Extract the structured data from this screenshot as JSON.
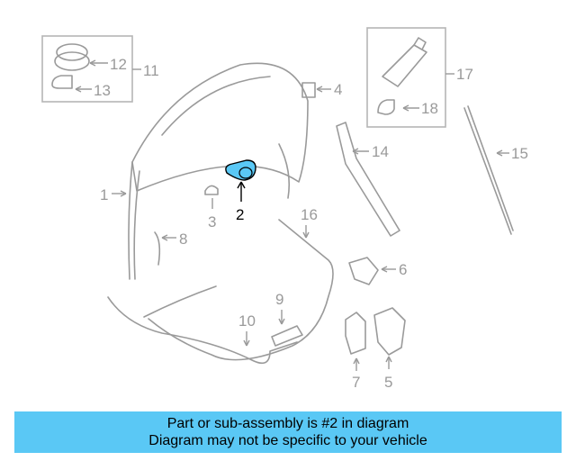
{
  "diagram": {
    "highlight_color": "#5ac8f5",
    "callouts": {
      "c1": "1",
      "c2": "2",
      "c3": "3",
      "c4": "4",
      "c5": "5",
      "c6": "6",
      "c7": "7",
      "c8": "8",
      "c9": "9",
      "c10": "10",
      "c11": "11",
      "c12": "12",
      "c13": "13",
      "c14": "14",
      "c15": "15",
      "c16": "16",
      "c17": "17",
      "c18": "18"
    }
  },
  "banner": {
    "line1": "Part or sub-assembly is #2 in diagram",
    "line2": "Diagram may not be specific to your vehicle",
    "background": "#5ac8f5"
  }
}
